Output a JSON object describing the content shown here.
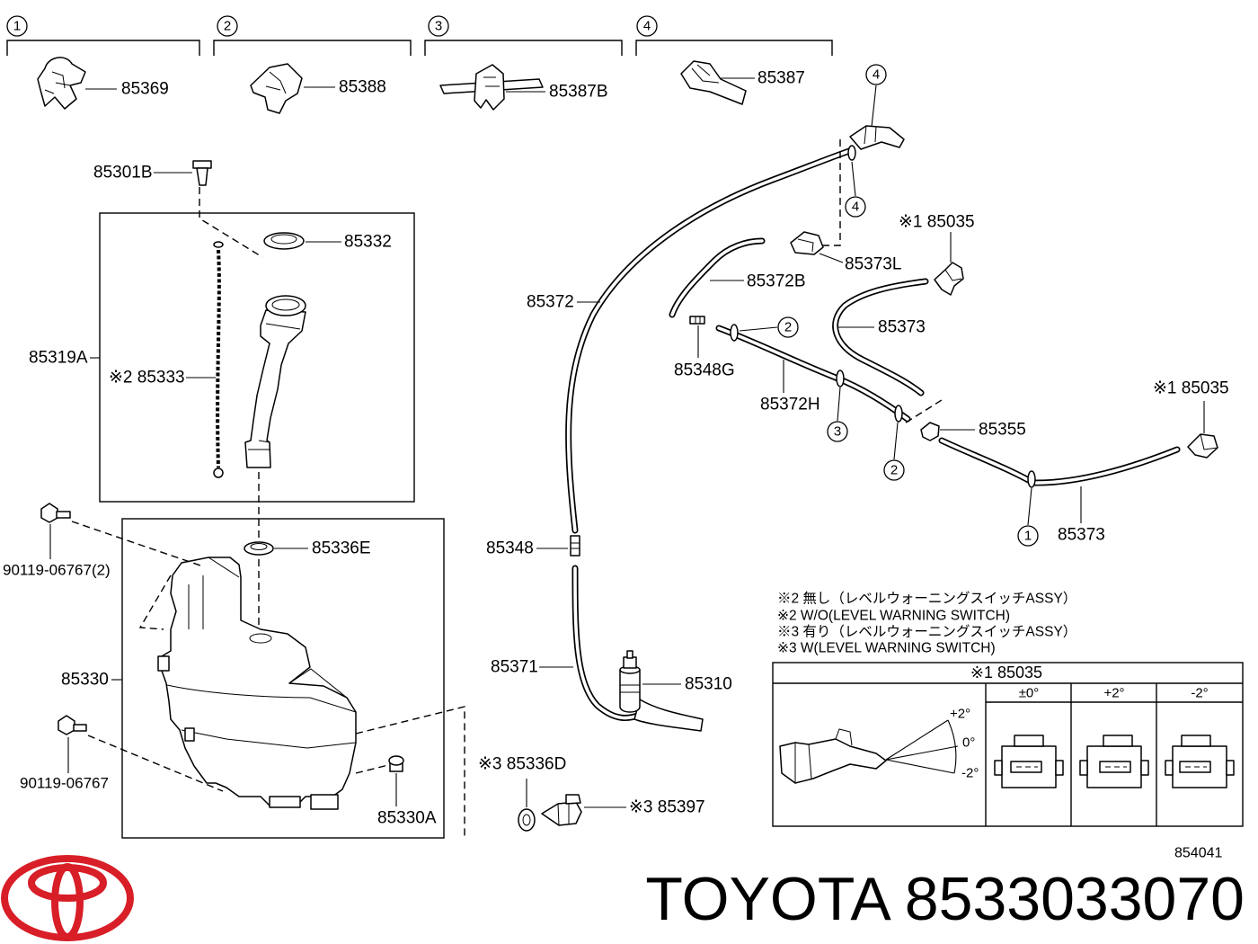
{
  "section_markers": [
    "1",
    "2",
    "3",
    "4"
  ],
  "parts": {
    "clip_1": "85369",
    "clip_2": "85388",
    "clip_3": "85387B",
    "clip_4": "85387",
    "clip_top": "85301B",
    "cap": "85332",
    "inlet": "85319A",
    "gauge": "※2 85333",
    "grommet_e": "85336E",
    "bolt_2": "90119-06767(2)",
    "tank": "85330",
    "bolt_1": "90119-06767",
    "cap_a": "85330A",
    "grommet_d": "※3 85336D",
    "switch": "※3 85397",
    "joint_hose": "85348",
    "hose_lower": "85371",
    "pump": "85310",
    "hose_main": "85372",
    "clamp_l": "85373L",
    "nozzle_upper": "※1 85035",
    "hose_b": "85372B",
    "hose_mid": "85373",
    "joint_g": "85348G",
    "hose_h": "85372H",
    "joint_355": "85355",
    "nozzle_right": "※1 85035",
    "hose_bottom": "85373"
  },
  "callouts": [
    "4",
    "4",
    "2",
    "3",
    "2",
    "1"
  ],
  "notes": [
    "※2 無し（レベルウォーニングスイッチASSY）",
    "※2 W/O(LEVEL WARNING SWITCH)",
    "※3 有り（レベルウォーニングスイッチASSY）",
    "※3 W(LEVEL WARNING SWITCH)"
  ],
  "table": {
    "title": "※1 85035",
    "columns": [
      "±0°",
      "+2°",
      "-2°"
    ],
    "angle_labels": [
      "+2°",
      "0°",
      "-2°"
    ]
  },
  "diagram_code": "854041",
  "caption": "TOYOTA 8533033070",
  "colors": {
    "line": "#000000",
    "background": "#ffffff",
    "logo": "#d81e27"
  }
}
